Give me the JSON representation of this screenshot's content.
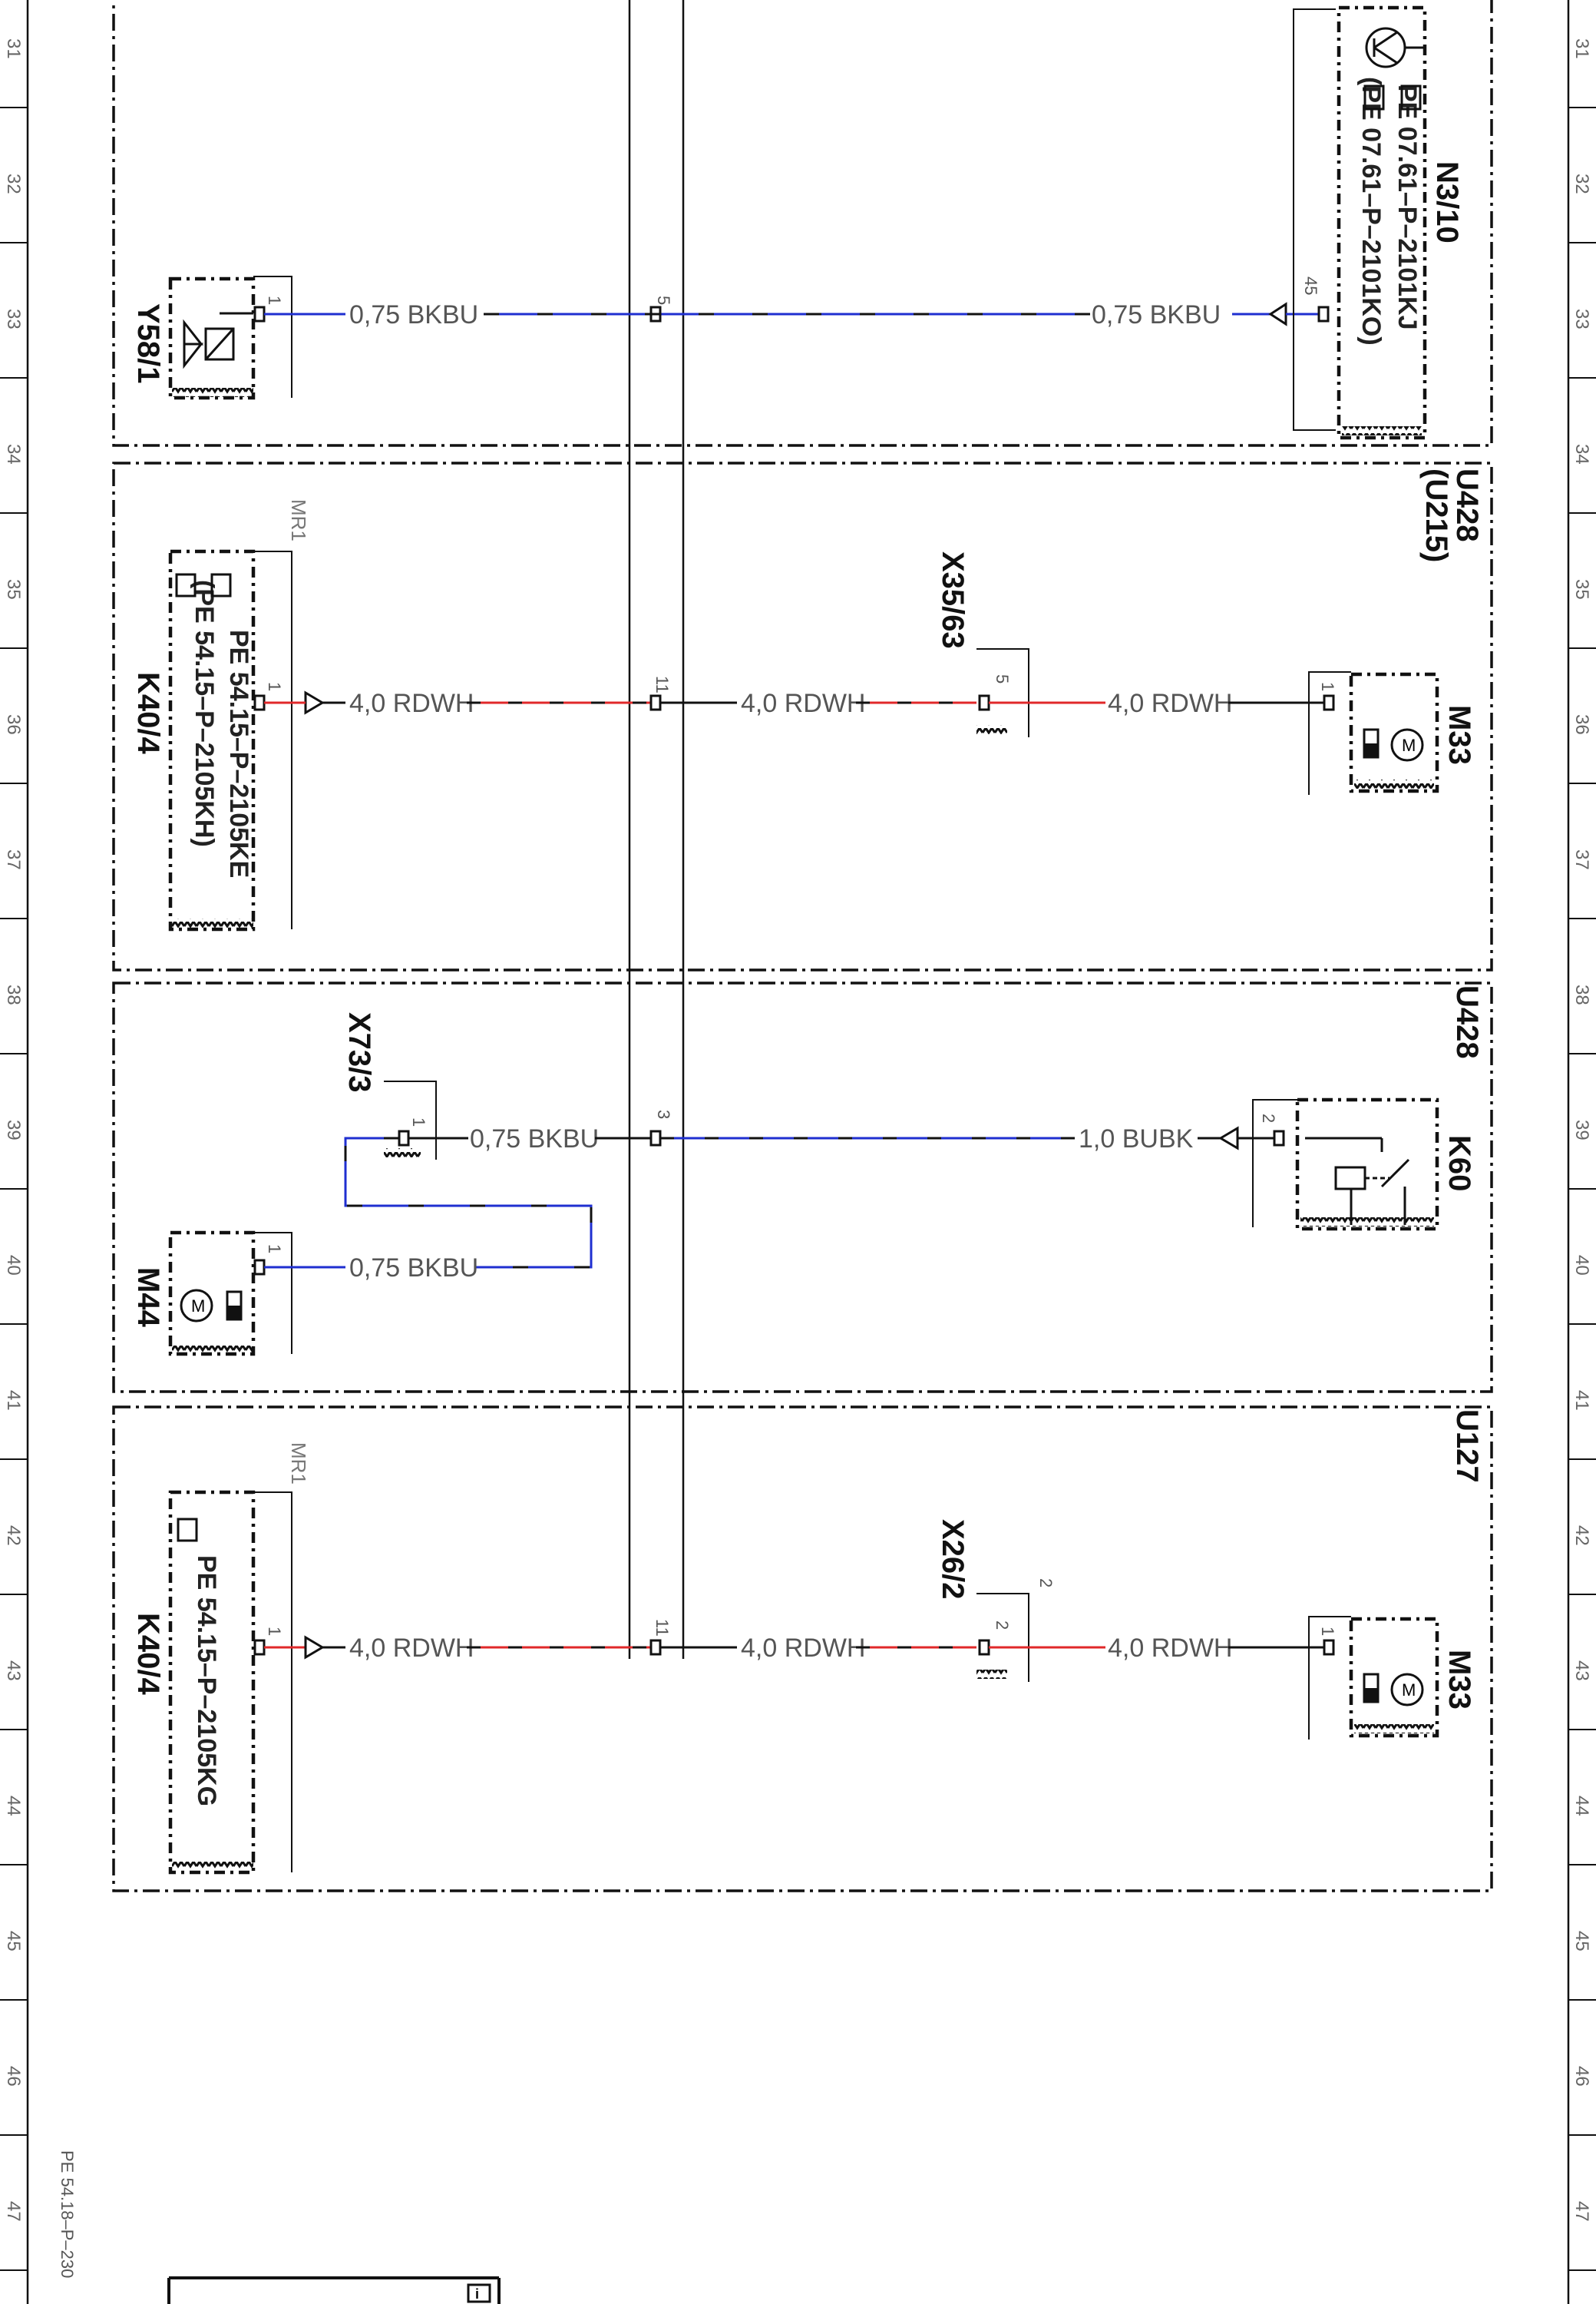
{
  "ruler_numbers": [
    "31",
    "32",
    "33",
    "34",
    "35",
    "36",
    "37",
    "38",
    "39",
    "40",
    "41",
    "42",
    "43",
    "44",
    "45",
    "46",
    "47"
  ],
  "colors": {
    "bkbu": "#1f2fd0",
    "rdwh": "#e0282a",
    "line": "#111111",
    "muted": "#666666"
  },
  "footer_ref": "PE 54.18–P–230",
  "sections": [
    {
      "id": "s1",
      "right_unit": "",
      "left_component": {
        "code": "Y58/1",
        "pin": "1",
        "icon": "solenoid-valve-icon"
      },
      "right_component": {
        "code": "N3/10",
        "pin": "45",
        "icon": "transistor-icon",
        "refs": [
          "PE 07.61–P–2101KJ",
          "(PE 07.61–P–2101KO)"
        ]
      },
      "center_pin": "5",
      "wire_left": "0,75 BKBU",
      "wire_right": "0,75 BKBU",
      "wire_color": "bkbu"
    },
    {
      "id": "s2",
      "right_unit": "U428",
      "right_unit_sub": "(U215)",
      "left_component": {
        "code": "K40/4",
        "pin": "1",
        "mr": "MR1",
        "icon": "hand-icon",
        "refs": [
          "PE 54.15–P–2105KE",
          "(PE 54.15–P–2105KH)"
        ]
      },
      "connector": {
        "code": "X35/63",
        "pin": "5"
      },
      "right_component": {
        "code": "M33",
        "pin": "1",
        "icon": "motor-icon"
      },
      "center_pin": "11",
      "wire_left": "4,0 RDWH",
      "wire_mid": "4,0 RDWH",
      "wire_right": "4,0 RDWH",
      "wire_color": "rdwh"
    },
    {
      "id": "s3",
      "right_unit": "U428",
      "connector": {
        "code": "X73/3",
        "pin": "1"
      },
      "left_component": {
        "code": "M44",
        "pin": "1",
        "icon": "motor-icon"
      },
      "right_component": {
        "code": "K60",
        "pin": "2",
        "icon": "relay-icon"
      },
      "center_pin": "3",
      "wire_connector": "0,75 BKBU",
      "wire_left": "0,75 BKBU",
      "wire_right": "1,0 BUBK",
      "wire_color": "bkbu"
    },
    {
      "id": "s4",
      "right_unit": "U127",
      "left_component": {
        "code": "K40/4",
        "pin": "1",
        "mr": "MR1",
        "icon": "hand-icon",
        "refs": [
          "PE 54.15–P–2105KG"
        ]
      },
      "connector": {
        "code": "X26/2",
        "pin": "2",
        "pin_outer": "2"
      },
      "right_component": {
        "code": "M33",
        "pin": "1",
        "icon": "motor-icon"
      },
      "center_pin": "11",
      "wire_left": "4,0 RDWH",
      "wire_mid": "4,0 RDWH",
      "wire_right": "4,0 RDWH",
      "wire_color": "rdwh"
    }
  ]
}
